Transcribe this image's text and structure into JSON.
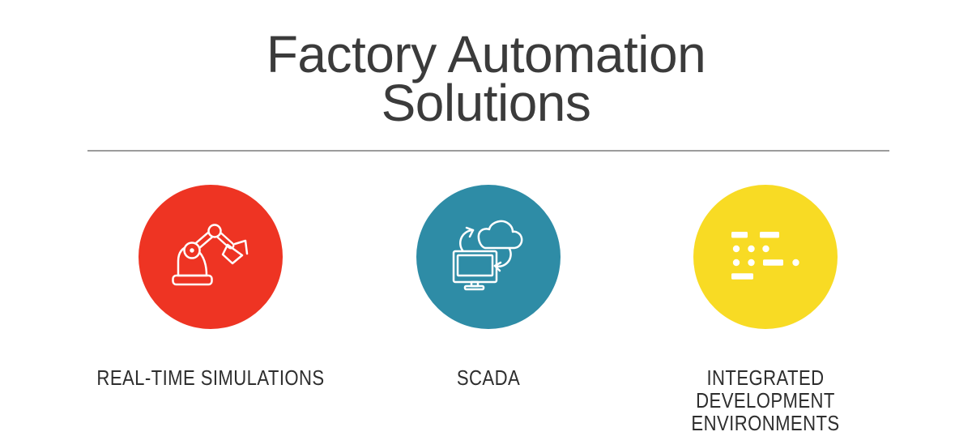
{
  "slide": {
    "title_line1": "Factory Automation",
    "title_line2": "Solutions",
    "title_color": "#3b3b3b",
    "divider_color": "#9c9c9c",
    "background_color": "#ffffff"
  },
  "features": [
    {
      "label": "REAL-TIME SIMULATIONS",
      "circle_color": "#ee3423",
      "icon": "robot-arm-icon"
    },
    {
      "label": "SCADA",
      "circle_color": "#2e8ca6",
      "icon": "cloud-sync-monitor-icon"
    },
    {
      "label": "INTEGRATED DEVELOPMENT ENVIRONMENTS",
      "circle_color": "#f8db24",
      "icon": "morse-code-icon"
    }
  ]
}
